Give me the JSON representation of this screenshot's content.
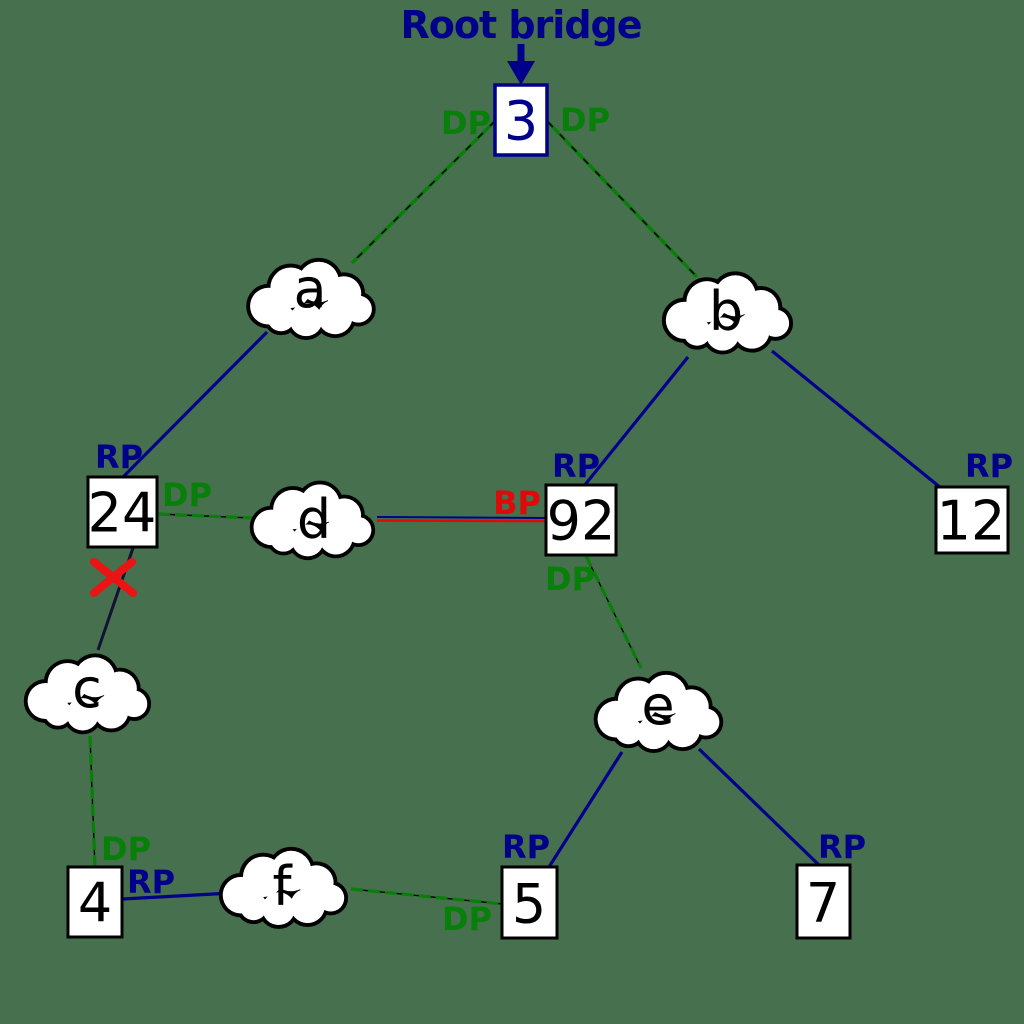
{
  "background_color": "#47704E",
  "palette": {
    "navy": "#00008B",
    "green": "#087F08",
    "red": "#DE0A0A",
    "black": "#000000",
    "cloud_fill": "#FFFFFF"
  },
  "annotation": {
    "root_bridge_label": "Root bridge",
    "root_bridge_pointer": "down-arrow"
  },
  "bridges": [
    {
      "id": "3",
      "is_root": true,
      "ports": [
        {
          "label": "DP"
        },
        {
          "label": "DP"
        }
      ]
    },
    {
      "id": "24",
      "is_root": false,
      "ports": [
        {
          "label": "RP"
        },
        {
          "label": "DP"
        }
      ]
    },
    {
      "id": "92",
      "is_root": false,
      "ports": [
        {
          "label": "RP"
        },
        {
          "label": "BP"
        },
        {
          "label": "DP"
        }
      ]
    },
    {
      "id": "12",
      "is_root": false,
      "ports": [
        {
          "label": "RP"
        }
      ]
    },
    {
      "id": "4",
      "is_root": false,
      "ports": [
        {
          "label": "DP"
        },
        {
          "label": "RP"
        }
      ]
    },
    {
      "id": "5",
      "is_root": false,
      "ports": [
        {
          "label": "RP"
        },
        {
          "label": "DP"
        }
      ]
    },
    {
      "id": "7",
      "is_root": false,
      "ports": [
        {
          "label": "RP"
        }
      ]
    }
  ],
  "segments": [
    {
      "id": "a"
    },
    {
      "id": "b"
    },
    {
      "id": "c"
    },
    {
      "id": "d"
    },
    {
      "id": "e"
    },
    {
      "id": "f"
    }
  ],
  "links": [
    {
      "from": "3",
      "to": "a",
      "style": "designated-green"
    },
    {
      "from": "3",
      "to": "b",
      "style": "designated-green"
    },
    {
      "from": "a",
      "to": "24",
      "style": "root-path-navy"
    },
    {
      "from": "24",
      "to": "d",
      "style": "designated-green-dashed"
    },
    {
      "from": "d",
      "to": "92",
      "style": "blocked-red"
    },
    {
      "from": "b",
      "to": "92",
      "style": "root-path-navy"
    },
    {
      "from": "b",
      "to": "12",
      "style": "root-path-navy"
    },
    {
      "from": "24",
      "to": "c",
      "style": "failed-dark"
    },
    {
      "from": "c",
      "to": "4",
      "style": "designated-green-dashed"
    },
    {
      "from": "4",
      "to": "f",
      "style": "root-path-navy"
    },
    {
      "from": "f",
      "to": "5",
      "style": "designated-green-dashed"
    },
    {
      "from": "92",
      "to": "e",
      "style": "designated-green-dashed"
    },
    {
      "from": "e",
      "to": "5",
      "style": "root-path-navy"
    },
    {
      "from": "e",
      "to": "7",
      "style": "root-path-navy"
    }
  ],
  "failed_link_marker": {
    "link": "24-c",
    "symbol": "red-x"
  }
}
